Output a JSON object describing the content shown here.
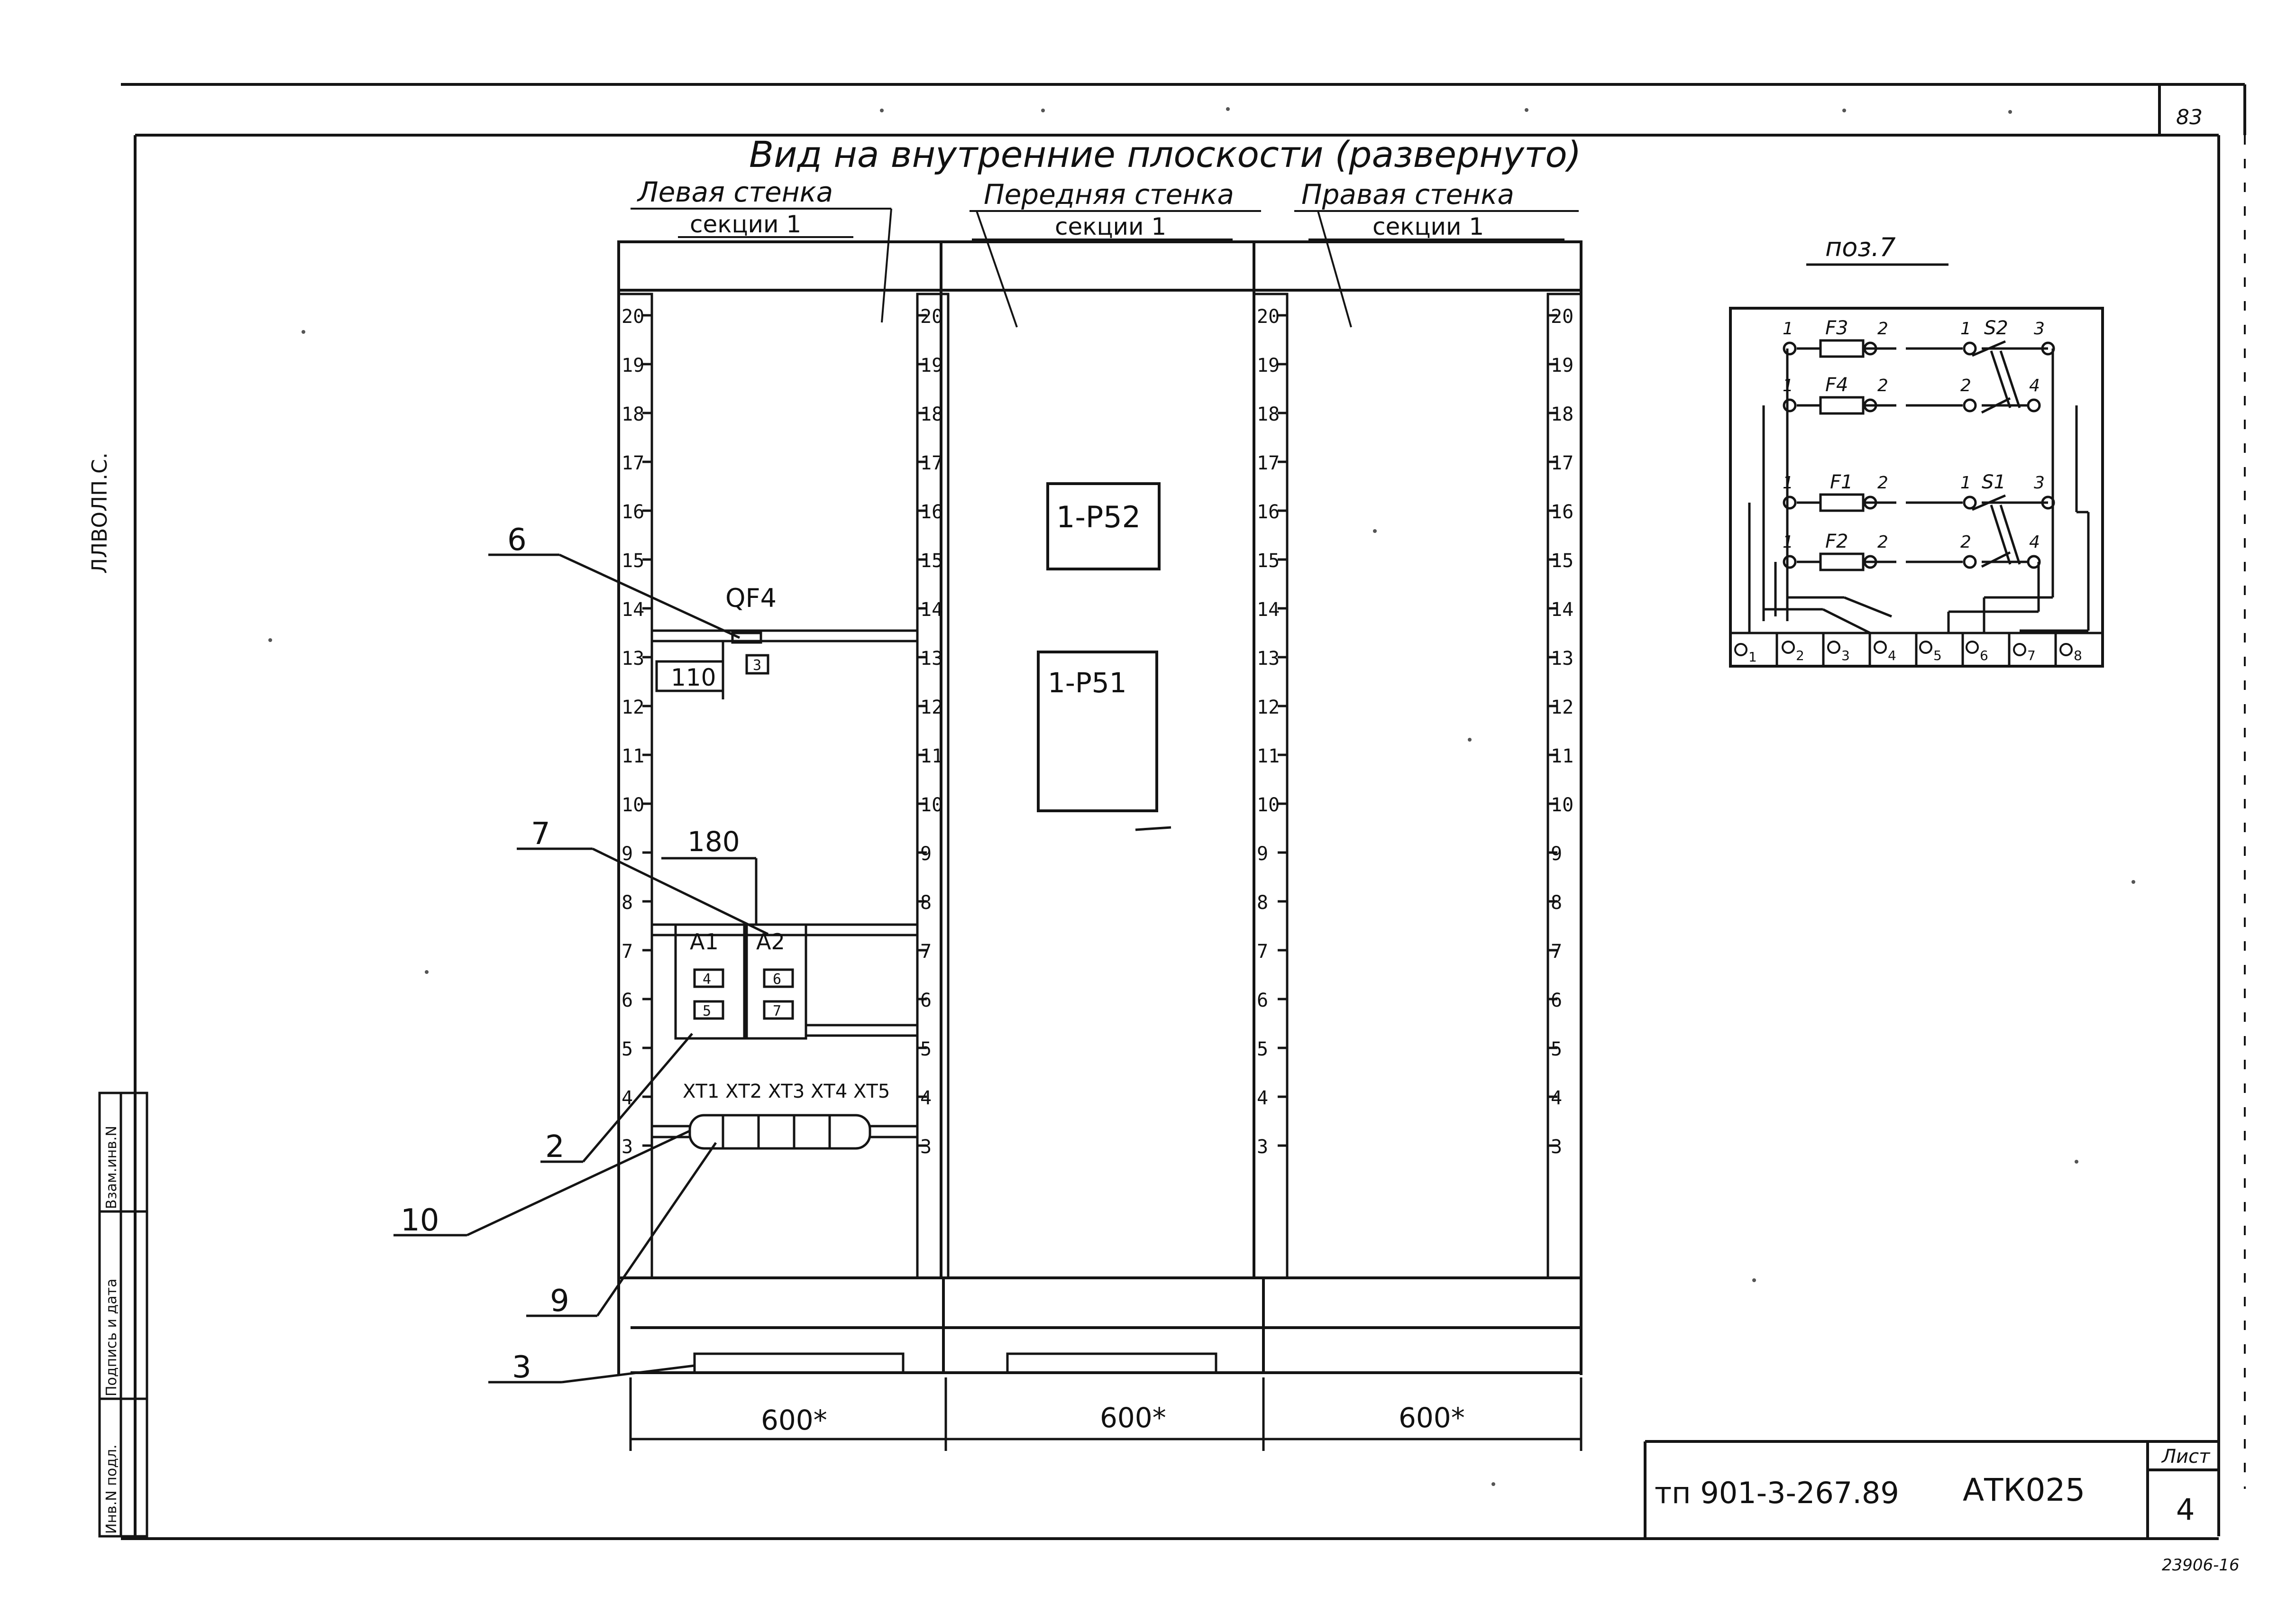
{
  "page": {
    "sheet_corner_number": "83",
    "bottom_right_mark": "23906-16",
    "left_margin_upper": "ЛЛВОЛП.С.",
    "left_margin_stamp": [
      "Инв.N подл.",
      "Подпись и дата",
      "Взам.инв.N"
    ]
  },
  "drawing": {
    "title": "Вид на внутренние плоскости (развернуто)",
    "left_wall": [
      "Левая стенка",
      "секции 1"
    ],
    "front_wall": [
      "Передняя стенка",
      "секции 1"
    ],
    "right_wall": [
      "Правая стенка",
      "секции 1"
    ],
    "scale_marks": [
      "20",
      "19",
      "18",
      "17",
      "16",
      "15",
      "14",
      "13",
      "12",
      "11",
      "10",
      "9",
      "8",
      "7",
      "6",
      "5",
      "4",
      "3"
    ],
    "qf4_label": "QF4",
    "qf4_box": "3",
    "dim_110": "110",
    "dim_180": "180",
    "a1": {
      "label": "А1",
      "b1": "4",
      "b2": "5"
    },
    "a2": {
      "label": "А2",
      "b1": "6",
      "b2": "7"
    },
    "terminals_label": "ХТ1 ХТ2 ХТ3 ХТ4 ХТ5",
    "device_p52": "1-Р52",
    "device_p51": "1-Р51",
    "callouts": [
      "6",
      "7",
      "2",
      "10",
      "9",
      "3"
    ],
    "bottom_dims": [
      "600*",
      "600*",
      "600*"
    ]
  },
  "pos7": {
    "title": "поз.7",
    "fuses": [
      "F3",
      "F4",
      "F1",
      "F2"
    ],
    "switches": [
      "S2",
      "S1"
    ],
    "pin_1": "1",
    "pin_2": "2",
    "pin_3": "3",
    "pin_4": "4",
    "terminals": [
      "1",
      "2",
      "3",
      "4",
      "5",
      "6",
      "7",
      "8"
    ]
  },
  "title_block": {
    "code": "тп 901-3-267.89",
    "doc": "АТК025",
    "sheet_label": "Лист",
    "sheet_number": "4"
  }
}
